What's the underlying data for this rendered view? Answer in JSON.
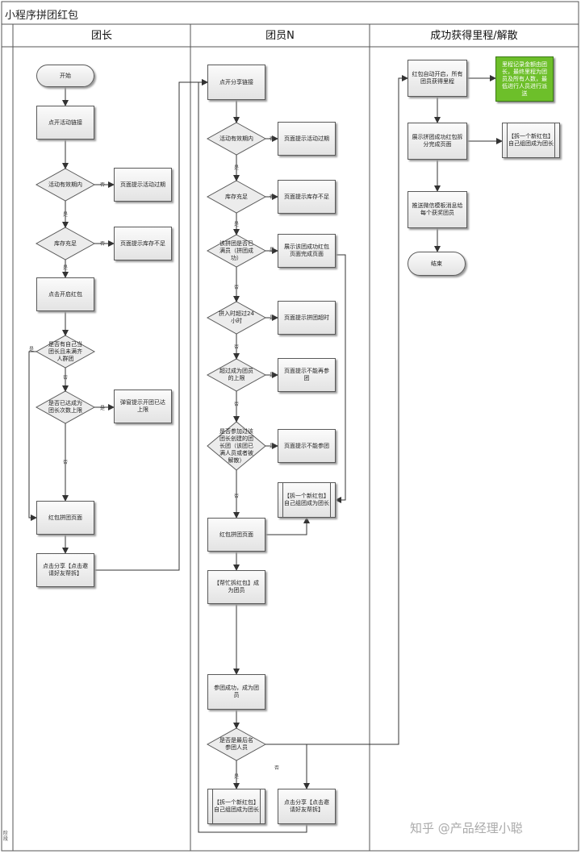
{
  "title": "小程序拼团红包",
  "lanes": [
    "团长",
    "团员N",
    "成功获得里程/解散"
  ],
  "nodes": {
    "a_start": "开始",
    "a_click": "点开活动链接",
    "a_d1": "活动有效期内",
    "a_e1": "页面提示活动过期",
    "a_d2": "库存充足",
    "a_e2": "页面提示库存不足",
    "a_open": "点击开启红包",
    "a_d3": "是否有自己当团长且未满齐人群团",
    "a_d4": "是否已达成为团长次数上限",
    "a_e4": "弹窗提示开团已达上限",
    "a_page": "红包拼团页面",
    "a_share": "点击分享【点击邀请好友帮拆】",
    "b_click": "点开分享链接",
    "b_d1": "活动有效期内",
    "b_e1": "页面提示活动过期",
    "b_d2": "库存充足",
    "b_e2": "页面提示库存不足",
    "b_d3": "该拼团是否已满员（拼团成功）",
    "b_e3": "展示该团成功红包页面完成页面",
    "b_d4": "拼入时超过24小时",
    "b_e4": "页面提示拼团超时",
    "b_d5": "超过成为团员的上限",
    "b_e5": "页面提示不能再参团",
    "b_d6": "是否参加过该团长创建的团长团（该团已满人员或者被解散）",
    "b_e6": "页面提示不能参团",
    "b_sub1": "【拆一个新红包】自己组团成为团长",
    "b_page": "红包拼团页面",
    "b_help": "【帮忙拆红包】成为团员",
    "b_ok": "参团成功，成为团员",
    "b_d7": "是否是最后名参团人员",
    "b_sub2": "【拆一个新红包】自己组团成为团长",
    "b_share": "点击分享【点击邀请好友帮拆】",
    "c_auto": "红包自动开启，所有团员获得里程",
    "c_note": "里程记录金额由团长，最终里程为团员及所有人数，最低进行人员进行派送",
    "c_show": "展示拼团成功红包拆分完成页面",
    "c_sub": "【拆一个新红包】自己组团成为团长",
    "c_push": "推送微信模板消息给每个获奖团员",
    "c_end": "结束"
  },
  "labels": {
    "yes": "是",
    "no": "否"
  },
  "side_label": "阶段",
  "watermark": "知乎 @产品经理小聪"
}
